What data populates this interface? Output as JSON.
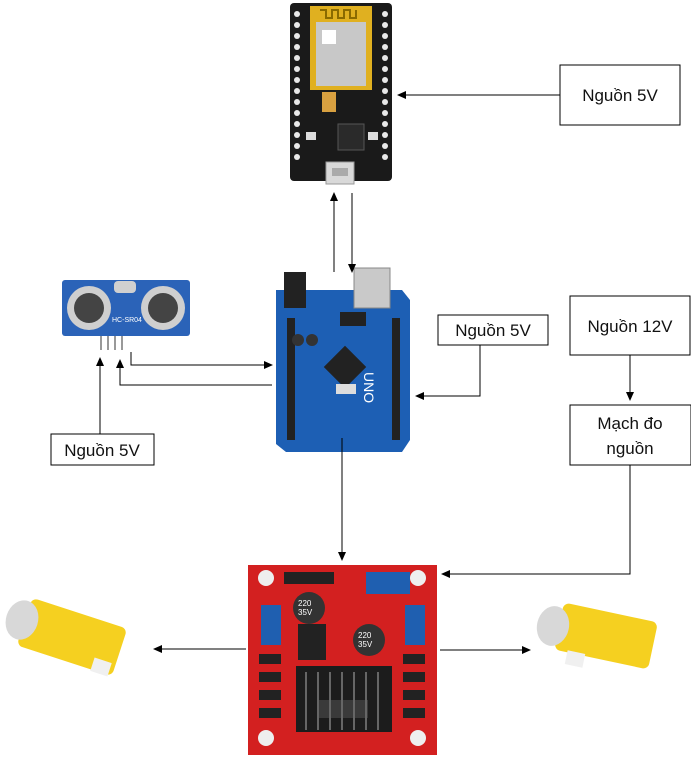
{
  "labels": {
    "esp_power": "Nguồn 5V",
    "arduino_power": "Nguồn 5V",
    "sensor_power": "Nguồn 5V",
    "power_12v": "Nguồn 12V",
    "measure_line1": "Mạch đo",
    "measure_line2": "nguồn"
  },
  "board_text": {
    "arduino_model": "UNO",
    "sensor_model": "HC-SR04",
    "cap1": "220",
    "cap1_v": "35V",
    "cap2": "220",
    "cap2_v": "35V"
  },
  "colors": {
    "esp_board": "#1a1a1a",
    "arduino_board": "#1d5fb4",
    "sensor_board": "#2b63b8",
    "driver_board": "#d32020",
    "motor": "#f5d020",
    "line": "#000000"
  }
}
